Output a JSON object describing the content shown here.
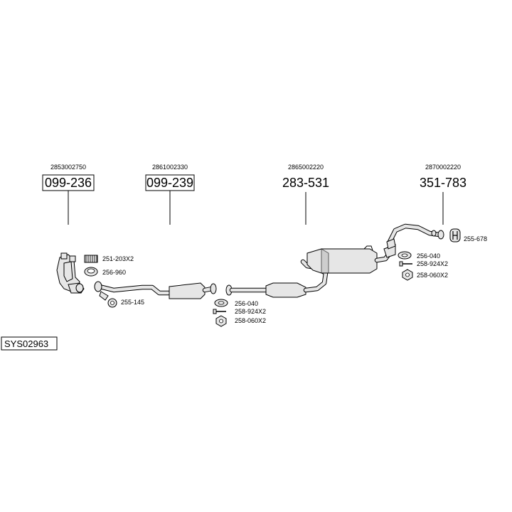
{
  "diagram_code": "SYS02963",
  "sections": [
    {
      "ref": "2853002750",
      "part": "099-236",
      "boxed": true
    },
    {
      "ref": "2861002330",
      "part": "099-239",
      "boxed": true
    },
    {
      "ref": "2865002220",
      "part": "283-531",
      "boxed": false
    },
    {
      "ref": "2870002220",
      "part": "351-783",
      "boxed": false
    }
  ],
  "accessories": {
    "spring": "251-203X2",
    "ring_gasket": "256-960",
    "front_clamp": "255-145",
    "mid_gasket": "256-040",
    "mid_bolt": "258-924X2",
    "mid_nut": "258-060X2",
    "rear_gasket": "256-040",
    "rear_bolt": "258-924X2",
    "rear_nut": "258-060X2",
    "hanger": "255-678"
  }
}
